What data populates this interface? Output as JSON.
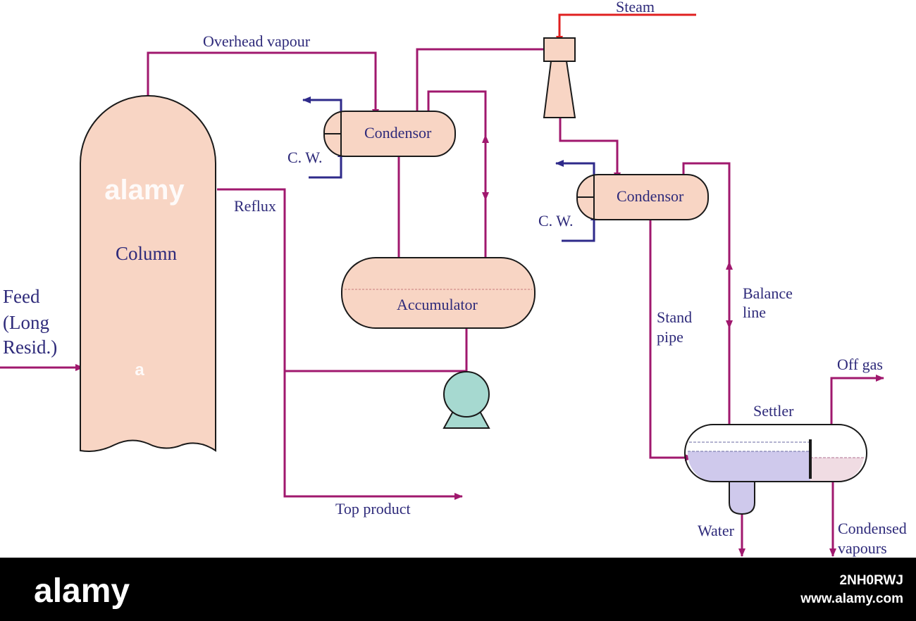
{
  "labels": {
    "steam": "Steam",
    "overhead_vapour": "Overhead vapour",
    "condensor_1": "Condensor",
    "condensor_2": "Condensor",
    "cw_1": "C. W.",
    "cw_2": "C. W.",
    "reflux": "Reflux",
    "column": "Column",
    "feed_line1": "Feed",
    "feed_line2": "(Long",
    "feed_line3": "Resid.)",
    "accumulator": "Accumulator",
    "stand_pipe_line1": "Stand",
    "stand_pipe_line2": "pipe",
    "balance_line_line1": "Balance",
    "balance_line_line2": "line",
    "off_gas": "Off gas",
    "settler": "Settler",
    "top_product": "Top product",
    "water": "Water",
    "condensed_line1": "Condensed",
    "condensed_line2": "vapours"
  },
  "watermark": {
    "brand": "alamy",
    "image_id": "2NH0RWJ",
    "site": "www.alamy.com"
  },
  "colors": {
    "process_line": "#a0186e",
    "cooling_water_line": "#2e2a8a",
    "steam_line": "#e02020",
    "vessel_fill": "#f8d5c4",
    "pump_fill": "#a6d9d0",
    "water_phase": "#cfc9ec",
    "oil_phase": "#f0dce3",
    "label_text": "#2e2a7a",
    "footer_band": "#000000"
  }
}
